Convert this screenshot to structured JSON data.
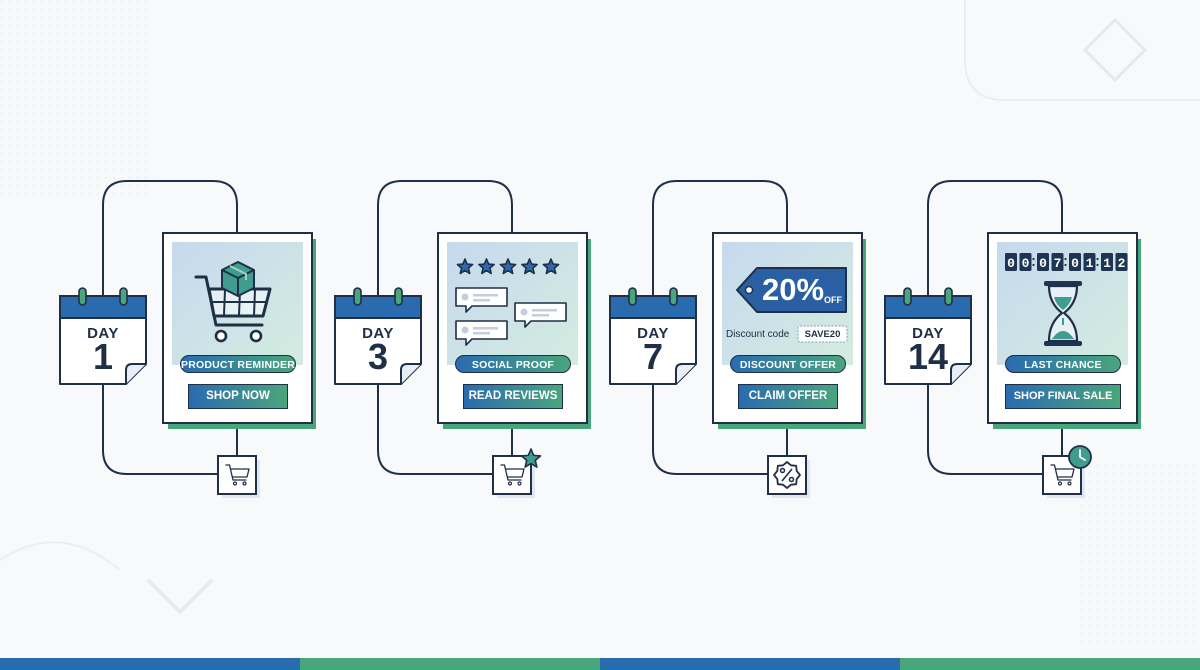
{
  "colors": {
    "navy": "#1f2f45",
    "blue": "#2a6bb0",
    "green": "#4aa57c",
    "teal": "#3f9c8f",
    "panel_blue": "#c9dcee",
    "panel_green": "#cfe9dc",
    "background": "#f7f9fb"
  },
  "stages": [
    {
      "day_word": "DAY",
      "day_number": "1",
      "tag": "PRODUCT REMINDER",
      "button": "SHOP NOW",
      "illustration": "shopping-cart-with-box",
      "bottom_icon": "cart-icon"
    },
    {
      "day_word": "DAY",
      "day_number": "3",
      "tag": "SOCIAL PROOF",
      "button": "READ REVIEWS",
      "illustration": "five-stars-and-review-bubbles",
      "rating_stars": 5,
      "bottom_icon": "cart-star-icon"
    },
    {
      "day_word": "DAY",
      "day_number": "7",
      "tag": "DISCOUNT OFFER",
      "button": "CLAIM OFFER",
      "illustration": "discount-price-tag",
      "discount_value": "20%",
      "discount_off": "OFF",
      "code_label": "Discount code",
      "code_value": "SAVE20",
      "bottom_icon": "percent-badge-icon"
    },
    {
      "day_word": "DAY",
      "day_number": "14",
      "tag": "LAST CHANCE",
      "button": "SHOP FINAL SALE",
      "illustration": "countdown-and-hourglass",
      "countdown": [
        "0",
        "0",
        "0",
        "7",
        "0",
        "1",
        "1",
        "2"
      ],
      "bottom_icon": "cart-clock-icon"
    }
  ]
}
